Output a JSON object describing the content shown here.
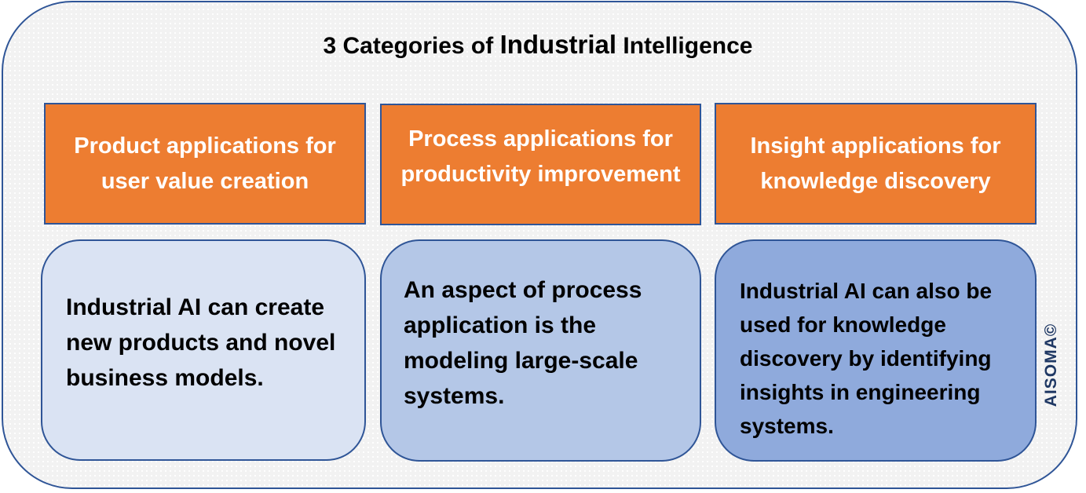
{
  "diagram": {
    "title_parts": [
      "3 Categories of ",
      "Industrial",
      " Intelligence"
    ],
    "watermark": "AISOMA©",
    "colors": {
      "frame_border": "#2f5597",
      "frame_fill": "#f2f2f2",
      "header_fill": "#ed7d31",
      "header_text": "#ffffff",
      "desc_fill_1": "#dae3f3",
      "desc_fill_2": "#b4c7e7",
      "desc_fill_3": "#8faadc",
      "watermark": "#1f3864"
    },
    "categories": [
      {
        "header": "Product applications for user value creation",
        "description": "Industrial AI can create new products and novel business models."
      },
      {
        "header": "Process applications for productivity improvement",
        "description": "An aspect of process application is the modeling large-scale systems."
      },
      {
        "header": "Insight applications for knowledge discovery",
        "description": "Industrial AI can also be used for knowledge discovery by identifying insights in engineering systems."
      }
    ]
  }
}
